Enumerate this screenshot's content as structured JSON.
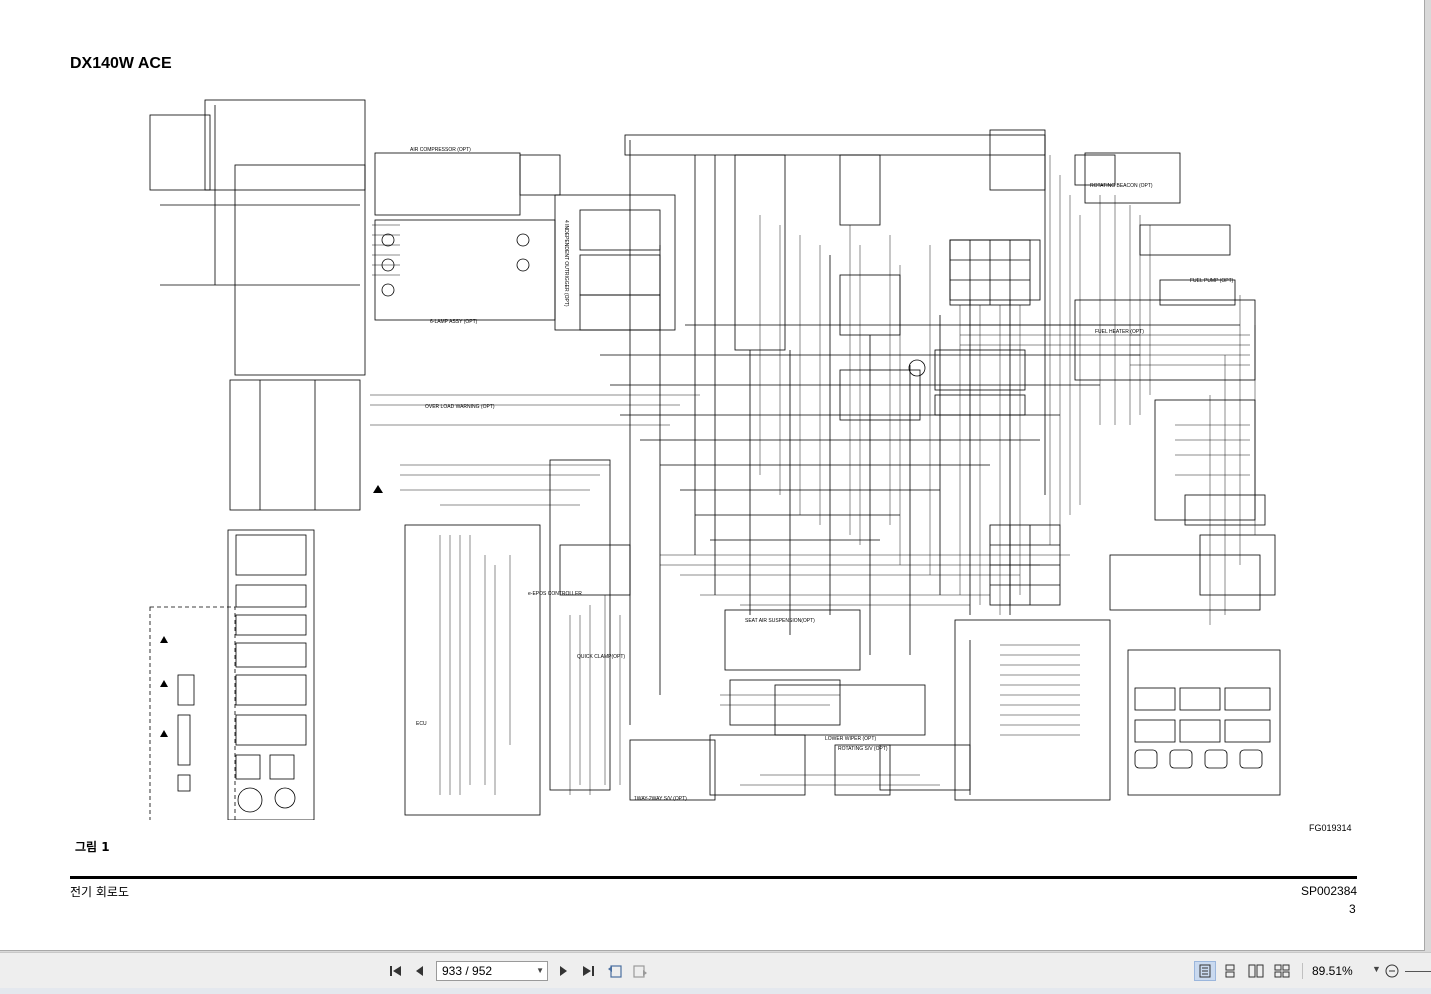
{
  "document": {
    "title": "DX140W ACE",
    "figure_code": "FG019314",
    "figure_label": "그림 1",
    "footer_left": "전기 회로도",
    "footer_right": "SP002384",
    "page_number": "3"
  },
  "schematic_labels": {
    "air_compressor": "AIR COMPRESSOR (OPT)",
    "lamp_assy": "6-LAMP ASSY (OPT)",
    "outrigger": "4 INDEPENDENT OUTRIGGER (OPT)",
    "fuel_pump": "FUEL PUMP (OPT)",
    "fuel_heater": "FUEL HEATER (OPT)",
    "rotating_beacon": "ROTATING BEACON (OPT)",
    "over_load": "OVER LOAD WARNING (OPT)",
    "ecu": "ECU",
    "controller": "e-EPOS CONTROLLER",
    "quick_clamp": "QUICK CLAMP(OPT)",
    "seat_air": "SEAT AIR SUSPENSION(OPT)",
    "lower_wiper": "LOWER WIPER (OPT)",
    "rotating_sv": "ROTATING S/V (OPT)",
    "two_way_sv": "1WAY-2WAY S/V (OPT)"
  },
  "toolbar": {
    "page_field": "933 / 952",
    "zoom": "89.51%"
  },
  "icons": {
    "first": "first-page-icon",
    "prev": "previous-page-icon",
    "next": "next-page-icon",
    "last": "last-page-icon",
    "zoom_out": "zoom-out-icon"
  },
  "colors": {
    "viewer_bg": "#d9d9d9",
    "toolbar_bg": "#eeeeee",
    "active_view": "#c9d9ef"
  }
}
